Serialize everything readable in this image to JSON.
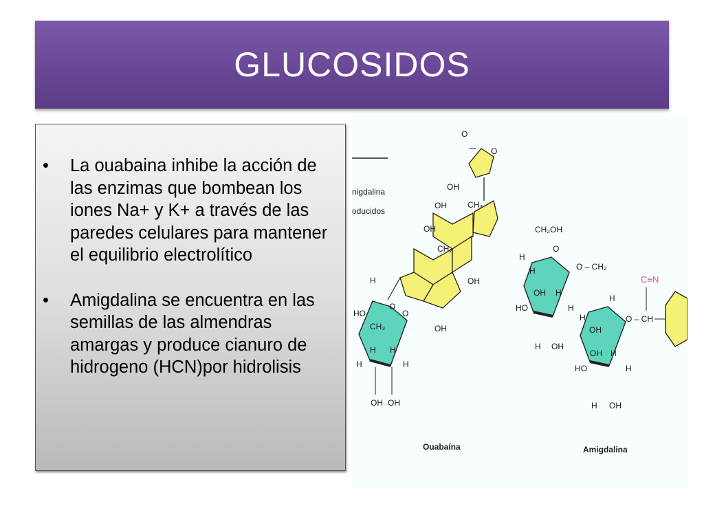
{
  "slide": {
    "title": "GLUCOSIDOS",
    "bullets": [
      "La ouabaina inhibe la acción de las enzimas que bombean los iones Na+ y K+ a través de las paredes celulares para mantener el equilibrio electrolítico",
      "Amigdalina se encuentra en las semillas de las almendras amargas y produce cianuro de hidrogeno (HCN)por hidrolisis"
    ],
    "bullet_symbol": "•"
  },
  "figure": {
    "edge_text_1": "nigdalina",
    "edge_text_2": "oducidos",
    "ouabaina_caption": "Ouabaína",
    "amigdalina_caption": "Amigdalina",
    "atoms": {
      "o": "O",
      "oh": "OH",
      "h": "H",
      "ho": "HO",
      "ch3": "CH₃",
      "ch2": "CH₂",
      "ch2oh": "CH₂OH",
      "och2": "O – CH₂",
      "och": "O – CH",
      "cn": "C≡N"
    },
    "colors": {
      "yellow": "#f5f176",
      "teal": "#5ed3bd",
      "pink": "#e0559a"
    }
  }
}
